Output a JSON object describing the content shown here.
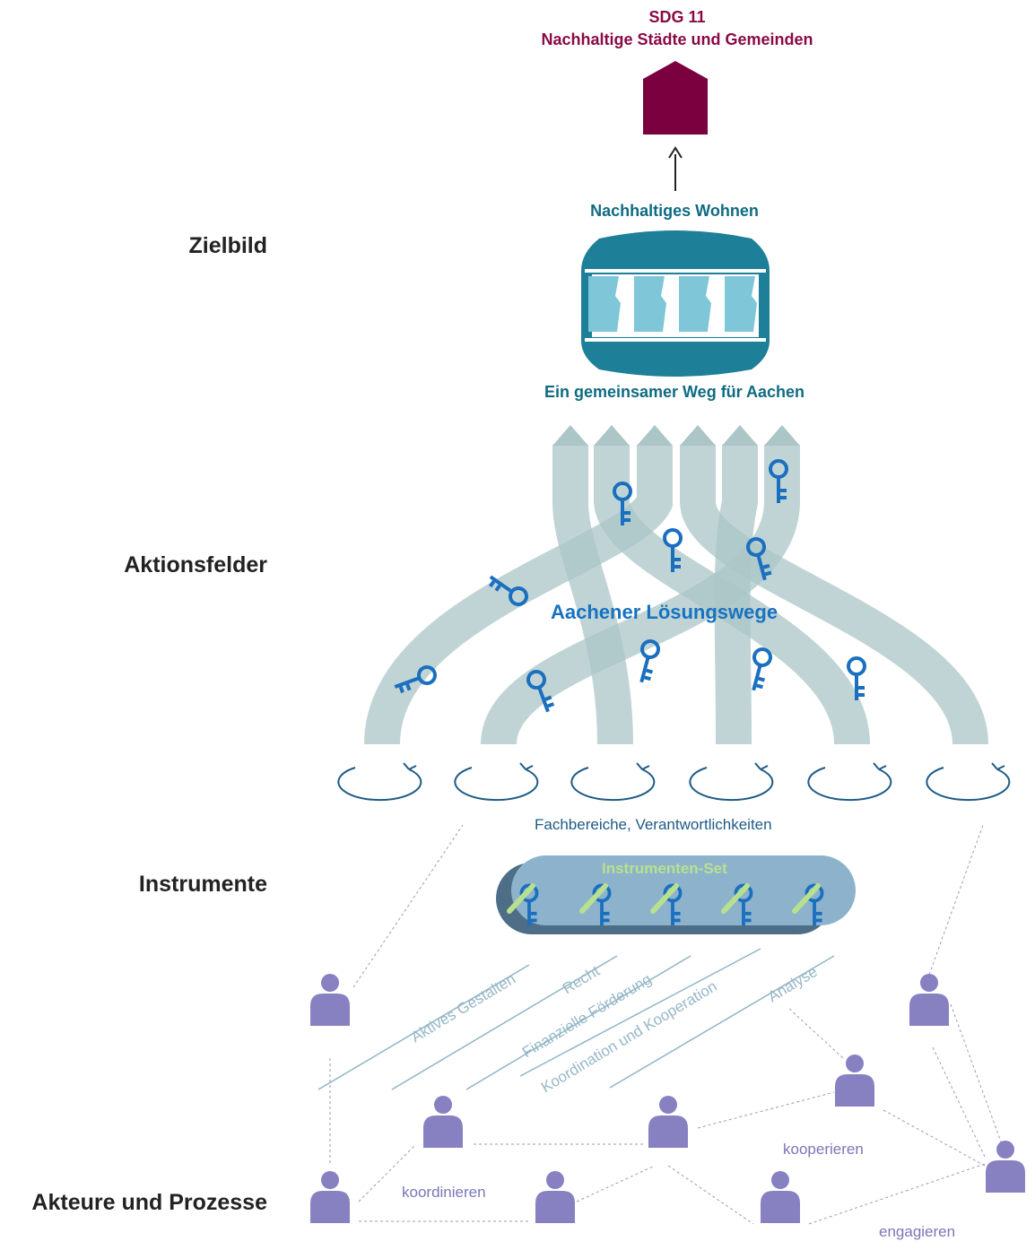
{
  "goal": {
    "sdg_number": "SDG 11",
    "sdg_title": "Nachhaltige Städte und Gemeinden",
    "house_color": "#7b0040"
  },
  "levels": {
    "zielbild": "Zielbild",
    "aktionsfelder": "Aktionsfelder",
    "instrumente": "Instrumente",
    "akteure": "Akteure und Prozesse"
  },
  "zielbild": {
    "top_label": "Nachhaltiges Wohnen",
    "bottom_label": "Ein gemeinsamer Weg für Aachen",
    "icon": "building-icon",
    "color": "#1d7f98",
    "light_color": "#7fc6d8"
  },
  "aktionsfelder": {
    "center_label": "Aachener Lösungswege",
    "path_color": "#9ebcbd",
    "key_color": "#1a6fbf",
    "cycle_label": "Fachbereiche, Verantwortlichkeiten",
    "cycle_icon": "cycle-icon"
  },
  "instrumente": {
    "set_label": "Instrumenten-Set",
    "items": [
      "Aktives Gestalten",
      "Recht",
      "Finanzielle Förderung",
      "Koordination und Kooperation",
      "Analyse"
    ]
  },
  "akteure": {
    "person_color": "#8781c2",
    "verbs": {
      "koordinieren": "koordinieren",
      "kooperieren": "kooperieren",
      "engagieren": "engagieren"
    }
  }
}
